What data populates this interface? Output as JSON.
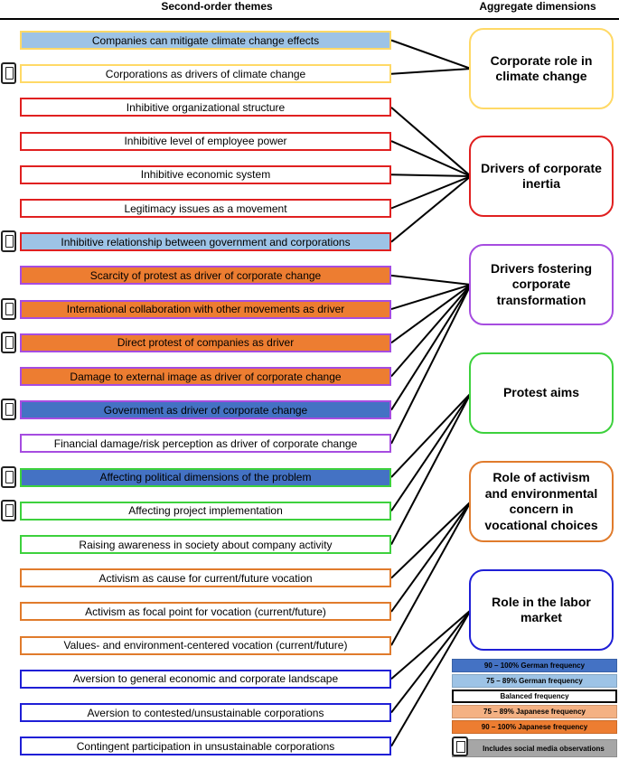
{
  "headers": {
    "left": "Second-order themes",
    "right": "Aggregate dimensions"
  },
  "colors": {
    "german_high": "#4472c4",
    "german_mid": "#9dc3e6",
    "balanced": "#ffffff",
    "japanese_mid": "#f4b183",
    "japanese_high": "#ed7d31",
    "border_yellow": "#ffd966",
    "border_red": "#e02020",
    "border_purple": "#a64ce0",
    "border_green": "#3dd13d",
    "border_orange": "#e07b2c",
    "border_blue": "#1f1fd6"
  },
  "themes": [
    {
      "label": "Companies can mitigate climate change effects",
      "fill": "german_mid",
      "border": "border_yellow",
      "social_media": false,
      "dimension": 0
    },
    {
      "label": "Corporations as drivers of climate change",
      "fill": "balanced",
      "border": "border_yellow",
      "social_media": true,
      "dimension": 0
    },
    {
      "label": "Inhibitive organizational structure",
      "fill": "balanced",
      "border": "border_red",
      "social_media": false,
      "dimension": 1
    },
    {
      "label": "Inhibitive level of employee power",
      "fill": "balanced",
      "border": "border_red",
      "social_media": false,
      "dimension": 1
    },
    {
      "label": "Inhibitive economic system",
      "fill": "balanced",
      "border": "border_red",
      "social_media": false,
      "dimension": 1
    },
    {
      "label": "Legitimacy issues as a movement",
      "fill": "balanced",
      "border": "border_red",
      "social_media": false,
      "dimension": 1
    },
    {
      "label": "Inhibitive relationship between government and corporations",
      "fill": "german_mid",
      "border": "border_red",
      "social_media": true,
      "dimension": 1
    },
    {
      "label": "Scarcity of protest as driver of corporate change",
      "fill": "japanese_high",
      "border": "border_purple",
      "social_media": false,
      "dimension": 2
    },
    {
      "label": "International collaboration with other movements as driver",
      "fill": "japanese_high",
      "border": "border_purple",
      "social_media": true,
      "dimension": 2
    },
    {
      "label": "Direct protest of companies as driver",
      "fill": "japanese_high",
      "border": "border_purple",
      "social_media": true,
      "dimension": 2
    },
    {
      "label": "Damage to external image as driver of corporate change",
      "fill": "japanese_high",
      "border": "border_purple",
      "social_media": false,
      "dimension": 2
    },
    {
      "label": "Government as driver of corporate change",
      "fill": "german_high",
      "border": "border_purple",
      "social_media": true,
      "dimension": 2
    },
    {
      "label": "Financial damage/risk perception as driver of corporate change",
      "fill": "balanced",
      "border": "border_purple",
      "social_media": false,
      "dimension": 2
    },
    {
      "label": "Affecting political dimensions of the problem",
      "fill": "german_high",
      "border": "border_green",
      "social_media": true,
      "dimension": 3
    },
    {
      "label": "Affecting project implementation",
      "fill": "balanced",
      "border": "border_green",
      "social_media": true,
      "dimension": 3
    },
    {
      "label": "Raising awareness in society about company activity",
      "fill": "balanced",
      "border": "border_green",
      "social_media": false,
      "dimension": 3
    },
    {
      "label": "Activism as cause for current/future vocation",
      "fill": "balanced",
      "border": "border_orange",
      "social_media": false,
      "dimension": 4
    },
    {
      "label": "Activism as focal point for vocation (current/future)",
      "fill": "balanced",
      "border": "border_orange",
      "social_media": false,
      "dimension": 4
    },
    {
      "label": "Values- and environment-centered vocation (current/future)",
      "fill": "balanced",
      "border": "border_orange",
      "social_media": false,
      "dimension": 4
    },
    {
      "label": "Aversion to general economic and corporate landscape",
      "fill": "balanced",
      "border": "border_blue",
      "social_media": false,
      "dimension": 5
    },
    {
      "label": "Aversion to contested/unsustainable corporations",
      "fill": "balanced",
      "border": "border_blue",
      "social_media": false,
      "dimension": 5
    },
    {
      "label": "Contingent participation in unsustainable corporations",
      "fill": "balanced",
      "border": "border_blue",
      "social_media": false,
      "dimension": 5
    }
  ],
  "dimensions": [
    {
      "label": "Corporate role in climate change",
      "border": "border_yellow"
    },
    {
      "label": "Drivers of corporate inertia",
      "border": "border_red"
    },
    {
      "label": "Drivers fostering corporate transformation",
      "border": "border_purple"
    },
    {
      "label": "Protest aims",
      "border": "border_green"
    },
    {
      "label": "Role of activism and environmental concern in vocational choices",
      "border": "border_orange"
    },
    {
      "label": "Role in the labor market",
      "border": "border_blue"
    }
  ],
  "legend": [
    {
      "label": "90 – 100% German frequency",
      "fill": "german_high"
    },
    {
      "label": "75 – 89% German frequency",
      "fill": "german_mid"
    },
    {
      "label": "Balanced frequency",
      "fill": "balanced"
    },
    {
      "label": "75 – 89% Japanese frequency",
      "fill": "japanese_mid"
    },
    {
      "label": "90 – 100% Japanese frequency",
      "fill": "japanese_high"
    },
    {
      "label": "Includes social media observations",
      "fill": "#a6a6a6"
    }
  ]
}
